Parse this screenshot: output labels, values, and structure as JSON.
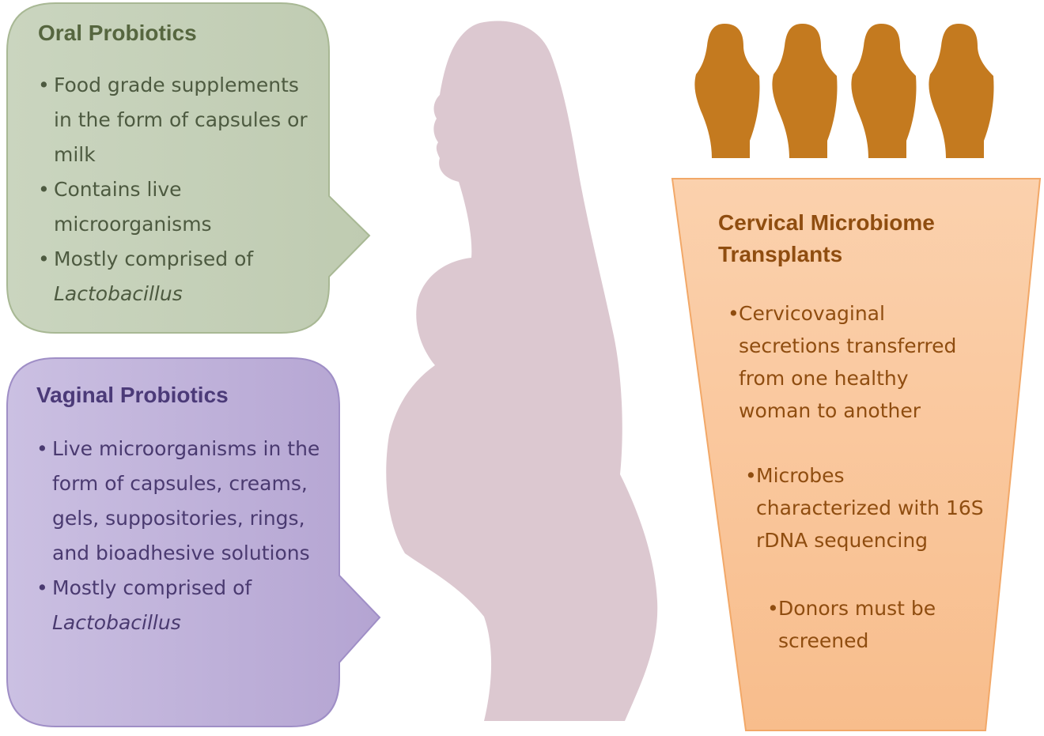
{
  "oral": {
    "title": "Oral Probiotics",
    "bullets": [
      "Food grade supplements in the form of capsules or milk",
      "Contains live microorganisms"
    ],
    "bullet3_text": "Mostly comprised of",
    "bullet3_italic": "Lactobacillus"
  },
  "vaginal": {
    "title": "Vaginal Probiotics",
    "bullet1": "Live microorganisms in the form of capsules, creams, gels, suppositories, rings, and bioadhesive solutions",
    "bullet2_text": "Mostly comprised of",
    "bullet2_italic": "Lactobacillus"
  },
  "cmt": {
    "title": "Cervical Microbiome Transplants",
    "bullet1": "Cervicovaginal secretions transferred from one healthy woman to another",
    "bullet2": "Microbes characterized with 16S rDNA sequencing",
    "bullet3": "Donors must be screened"
  },
  "colors": {
    "oral_fill": "#c4d0b8",
    "vaginal_fill": "#bcaed6",
    "cup_fill": "#f9c49a",
    "silhouette": "#dcc8d0",
    "donor": "#c47a1f"
  }
}
